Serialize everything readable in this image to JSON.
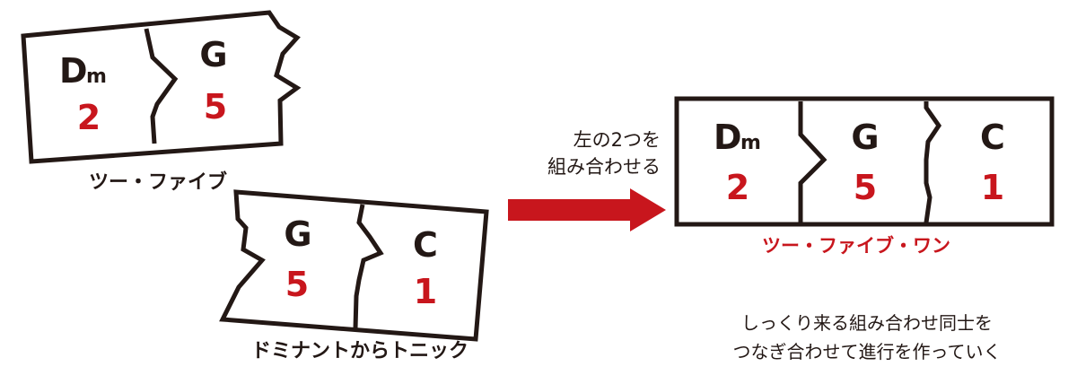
{
  "card_two_five": {
    "caption": "ツー・ファイブ",
    "cells": [
      {
        "chord": "D",
        "chord_sub": "m",
        "degree": "2"
      },
      {
        "chord": "G",
        "degree": "5"
      }
    ]
  },
  "card_five_one": {
    "caption": "ドミナントからトニック",
    "cells": [
      {
        "chord": "G",
        "degree": "5"
      },
      {
        "chord": "C",
        "degree": "1"
      }
    ]
  },
  "arrow": {
    "label_line1": "左の2つを",
    "label_line2": "組み合わせる",
    "color": "#c8161d"
  },
  "card_two_five_one": {
    "caption": "ツー・ファイブ・ワン",
    "cells": [
      {
        "chord": "D",
        "chord_sub": "m",
        "degree": "2"
      },
      {
        "chord": "G",
        "degree": "5"
      },
      {
        "chord": "C",
        "degree": "1"
      }
    ]
  },
  "note": {
    "line1": "しっくり来る組み合わせ同士を",
    "line2": "つなぎ合わせて進行を作っていく"
  },
  "colors": {
    "ink": "#231815",
    "accent": "#c8161d"
  }
}
